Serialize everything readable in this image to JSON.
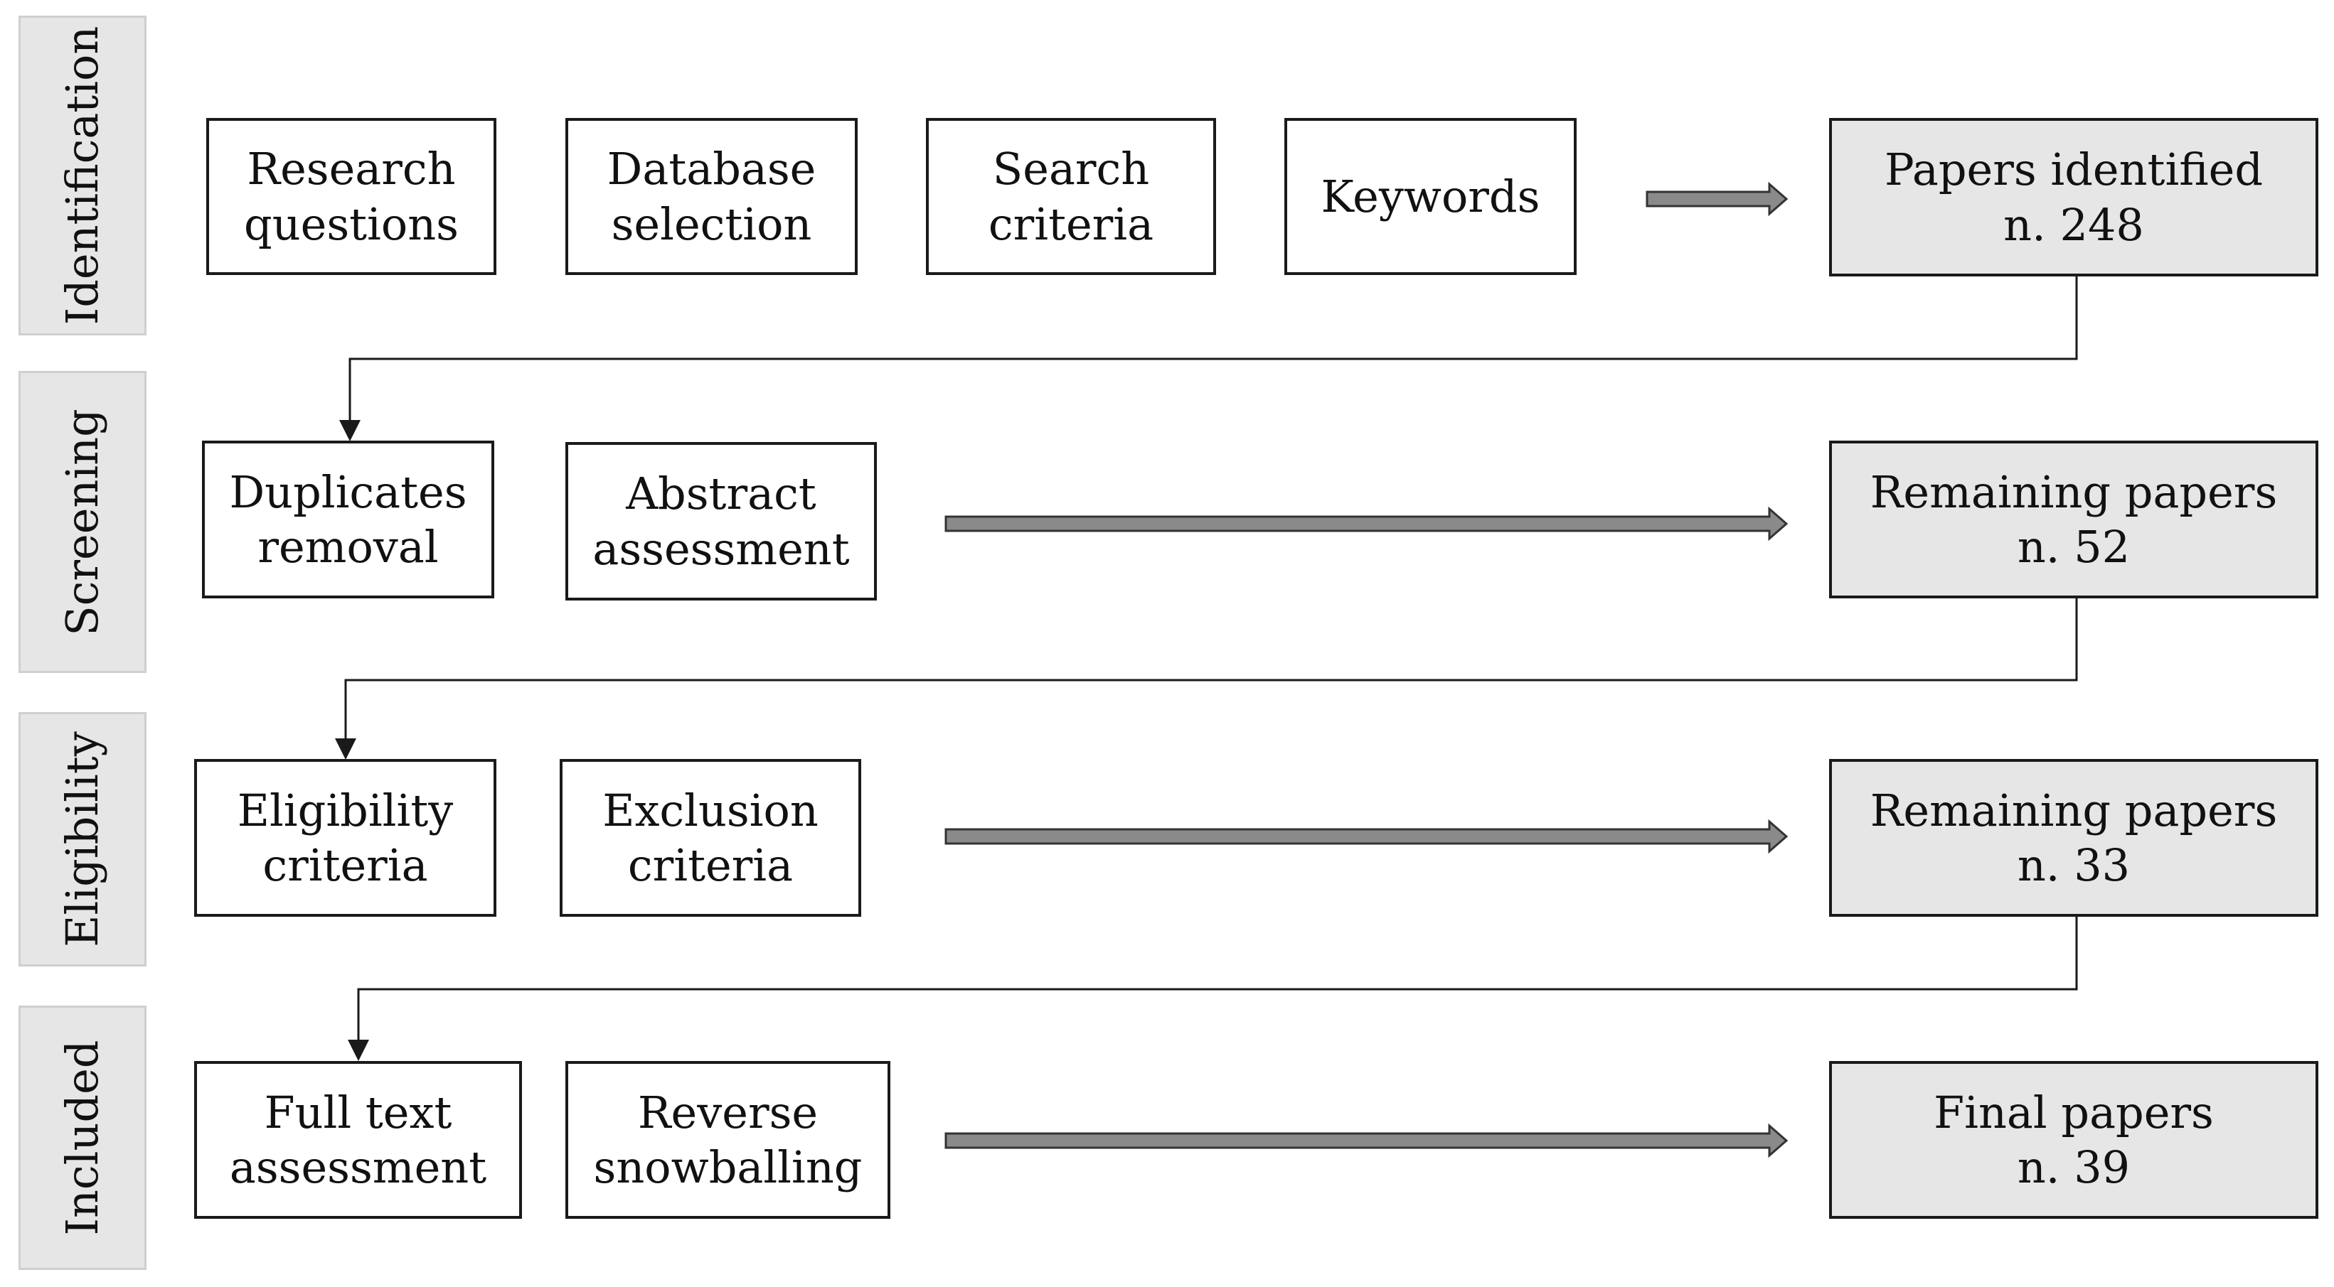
{
  "stages": {
    "identification": "Identification",
    "screening": "Screening",
    "eligibility": "Eligibility",
    "included": "Included"
  },
  "identification": {
    "research_questions": "Research\nquestions",
    "database_selection": "Database\nselection",
    "search_criteria": "Search\ncriteria",
    "keywords": "Keywords",
    "result": "Papers identified\nn. 248"
  },
  "screening": {
    "duplicates_removal": "Duplicates\nremoval",
    "abstract_assessment": "Abstract\nassessment",
    "result": "Remaining papers\nn. 52"
  },
  "eligibility": {
    "eligibility_criteria": "Eligibility\ncriteria",
    "exclusion_criteria": "Exclusion\ncriteria",
    "result": "Remaining papers\nn. 33"
  },
  "included": {
    "full_text_assessment": "Full text\nassessment",
    "reverse_snowballing": "Reverse\nsnowballing",
    "result": "Final papers\nn. 39"
  },
  "colors": {
    "result_fill": "#e6e6e6",
    "stage_fill": "#e6e6e6",
    "arrow_fill": "#8a8a8a",
    "line": "#1a1a1a"
  }
}
